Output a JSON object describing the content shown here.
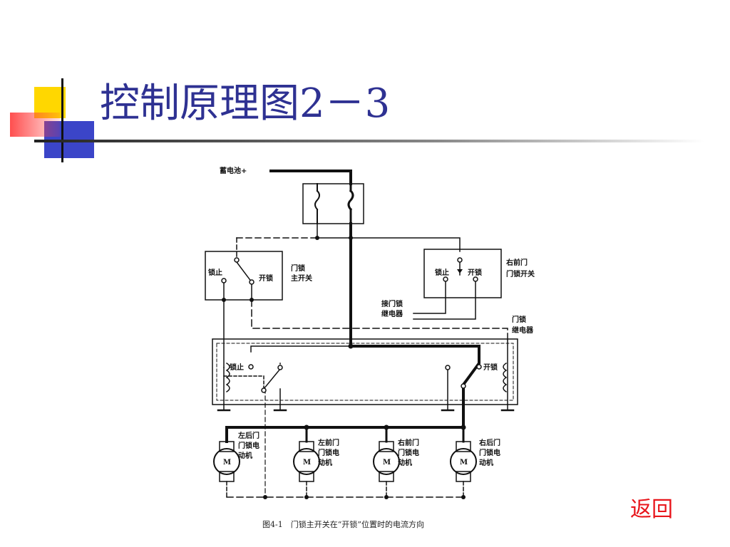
{
  "slide": {
    "title": "控制原理图2－3",
    "back_link": "返回"
  },
  "diagram": {
    "battery": "蓄电池+",
    "master_switch": {
      "lock": "锁止",
      "unlock": "开锁",
      "name_l1": "门锁",
      "name_l2": "主开关"
    },
    "rf_switch": {
      "lock": "锁止",
      "unlock": "开锁",
      "name_l1": "右前门",
      "name_l2": "门锁开关"
    },
    "relay_connect": {
      "l1": "接门锁",
      "l2": "继电器"
    },
    "relay": {
      "name_l1": "门锁",
      "name_l2": "继电器",
      "lock": "锁止",
      "unlock": "开锁"
    },
    "motors": [
      {
        "symbol": "M",
        "l1": "左后门",
        "l2": "门锁电",
        "l3": "动机"
      },
      {
        "symbol": "M",
        "l1": "左前门",
        "l2": "门锁电",
        "l3": "动机"
      },
      {
        "symbol": "M",
        "l1": "右前门",
        "l2": "门锁电",
        "l3": "动机"
      },
      {
        "symbol": "M",
        "l1": "右后门",
        "l2": "门锁电",
        "l3": "动机"
      }
    ],
    "caption": "图4-1　门锁主开关在“开锁”位置时的电流方向"
  }
}
